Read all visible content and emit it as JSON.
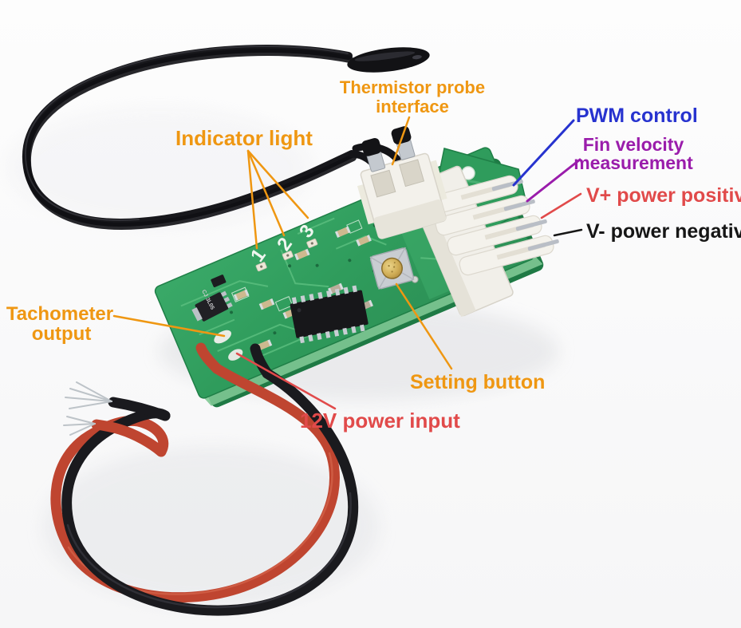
{
  "colors": {
    "orange": "#EF9712",
    "blue": "#2733CF",
    "purple": "#9A1CAB",
    "red": "#E14A4A",
    "black": "#161616",
    "silkscreen": "#EFF6EF"
  },
  "annotations": {
    "thermistor_probe_interface": {
      "line1": "Thermistor probe",
      "line2": "interface"
    },
    "pwm_control": {
      "label": "PWM control"
    },
    "fin_velocity": {
      "line1": "Fin velocity",
      "line2": "measurement"
    },
    "v_plus": {
      "label": "V+ power positive"
    },
    "v_minus": {
      "label": "V- power negative"
    },
    "indicator_light": {
      "label": "Indicator light"
    },
    "tachometer": {
      "line1": "Tachometer",
      "line2": "output"
    },
    "power_input": {
      "label": "12V power input"
    },
    "setting_button": {
      "label": "Setting button"
    }
  },
  "board": {
    "indicator_numbers": [
      "1",
      "2",
      "3"
    ],
    "regulator_marking": "CJ 3L05"
  }
}
